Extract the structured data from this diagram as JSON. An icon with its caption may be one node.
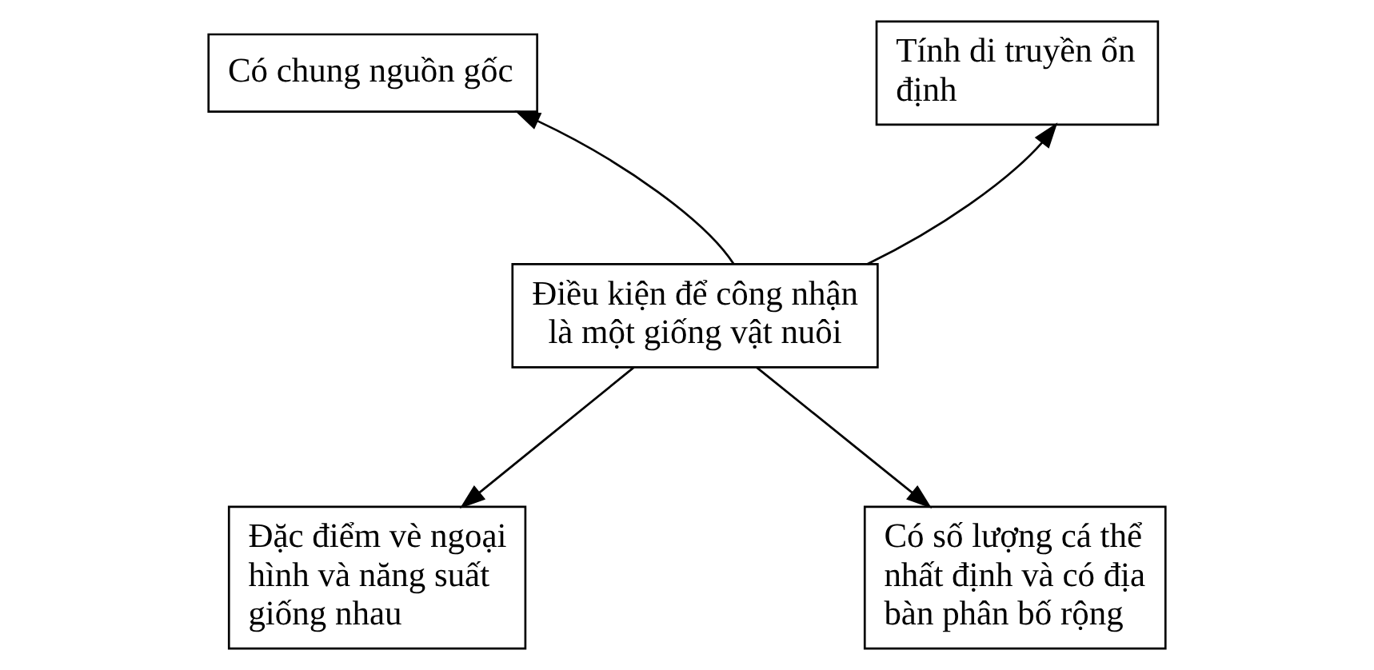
{
  "diagram": {
    "nodes": [
      {
        "text": [
          "Có chung nguồn gốc"
        ]
      },
      {
        "text": [
          "Tính di truyền ổn định"
        ]
      },
      {
        "text": [
          "Điều kiện để công nhận là một giống vật nuôi"
        ]
      },
      {
        "text": [
          "Đặc điểm vè ngoại hình và năng suất giống nhau"
        ]
      },
      {
        "text": [
          "Có số lượng cá thể nhất định và có địa bàn phân bố rộng"
        ]
      }
    ],
    "edges": [
      {
        "from": 2,
        "to": 0,
        "arrow": "to"
      },
      {
        "from": 2,
        "to": 1,
        "arrow": "to"
      },
      {
        "from": 2,
        "to": 3,
        "arrow": "to"
      },
      {
        "from": 2,
        "to": 4,
        "arrow": "to"
      }
    ]
  }
}
